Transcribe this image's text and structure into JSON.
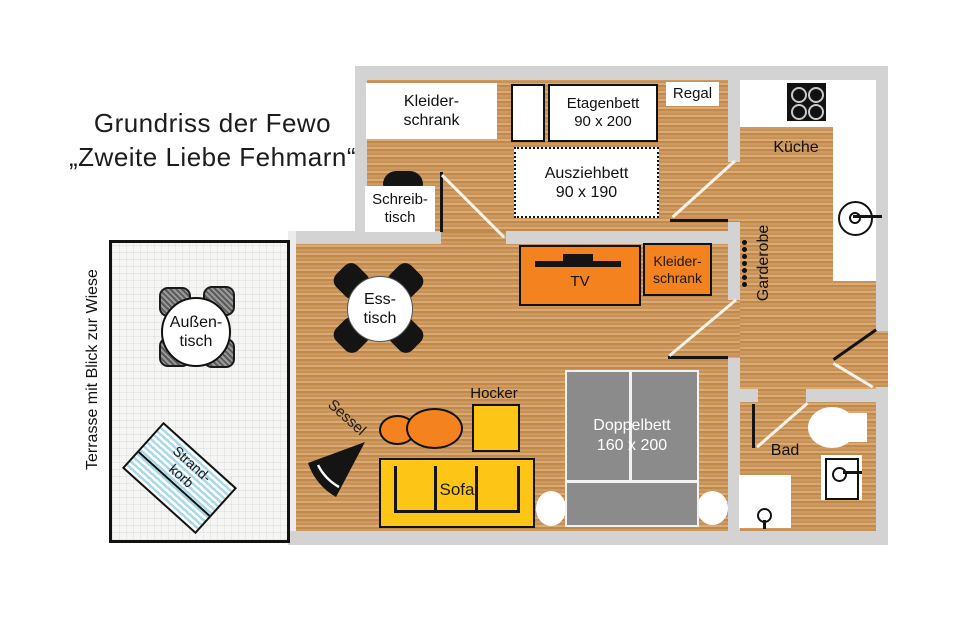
{
  "title": {
    "line1": "Grundriss der Fewo",
    "line2": "„Zweite Liebe Fehmarn“"
  },
  "terrace": {
    "label": "Terrasse mit Blick zur Wiese",
    "outdoor_table": {
      "line1": "Außen-",
      "line2": "tisch"
    },
    "beach_chair": {
      "line1": "Strand-",
      "line2": "korb"
    }
  },
  "bedroom": {
    "wardrobe": {
      "line1": "Kleider-",
      "line2": "schrank"
    },
    "bunk_bed": {
      "line1": "Etagenbett",
      "line2": "90 x 200"
    },
    "shelf": "Regal",
    "pullout_bed": {
      "line1": "Ausziehbett",
      "line2": "90 x 190"
    },
    "desk": {
      "line1": "Schreib-",
      "line2": "tisch"
    }
  },
  "kitchen": {
    "label": "Küche"
  },
  "hallway": {
    "coat_rack": "Garderobe"
  },
  "living_room": {
    "tv_board": "TV",
    "wardrobe": {
      "line1": "Kleider-",
      "line2": "schrank"
    },
    "dining_table": {
      "line1": "Ess-",
      "line2": "tisch"
    },
    "armchair": "Sessel",
    "stool": "Hocker",
    "sofa": "Sofa",
    "double_bed": {
      "line1": "Doppelbett",
      "line2": "160 x 200"
    }
  },
  "bathroom": {
    "label": "Bad"
  },
  "colors": {
    "wall": "#d3d3d3",
    "wood": "#cf9a5f",
    "accent_orange": "#f4821f",
    "accent_yellow": "#fdc616",
    "bed_gray": "#8b8b8b",
    "beach_chair_blue": "#a7d9e8",
    "terrace_bg": "#f5f5f3"
  }
}
